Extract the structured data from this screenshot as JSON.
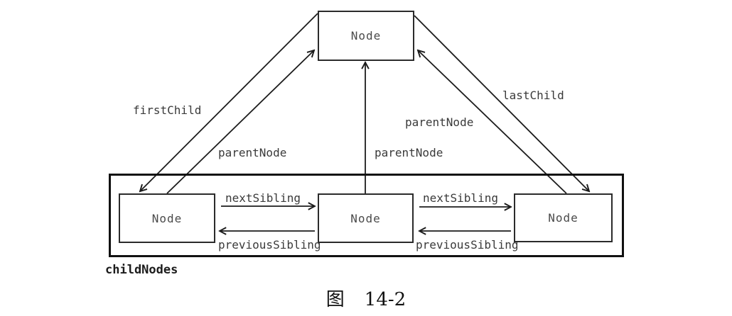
{
  "diagram": {
    "nodes": {
      "parent": "Node",
      "child1": "Node",
      "child2": "Node",
      "child3": "Node"
    },
    "edges": {
      "firstChild": "firstChild",
      "lastChild": "lastChild",
      "parentNode_left": "parentNode",
      "parentNode_middle": "parentNode",
      "parentNode_right": "parentNode",
      "nextSibling_left": "nextSibling",
      "nextSibling_right": "nextSibling",
      "previousSibling_left": "previousSibling",
      "previousSibling_right": "previousSibling"
    },
    "container_label": "childNodes",
    "caption": {
      "figure_label": "图",
      "figure_number": "14-2"
    },
    "colors": {
      "line": "#1c1c1c",
      "text": "#3a3a3a",
      "background": "#ffffff"
    }
  }
}
